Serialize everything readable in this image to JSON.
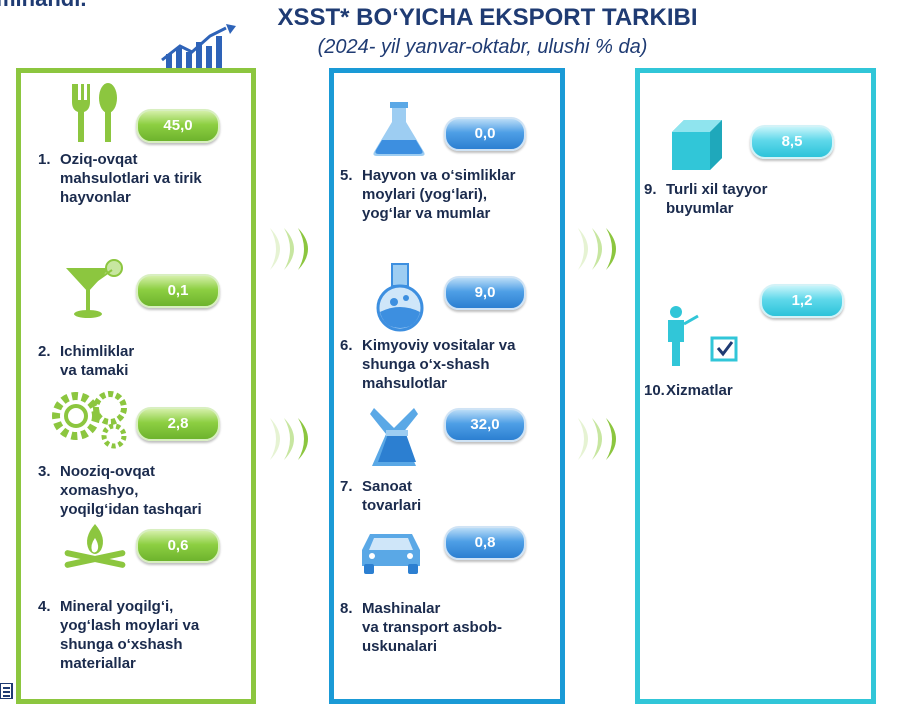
{
  "header": {
    "cut_text": "mlnandi.",
    "title": "XSST* BO‘YICHA EKSPORT TARKIBI",
    "subtitle": "(2024- yil yanvar-oktabr, ulushi % da)"
  },
  "colors": {
    "green": "#8cc63f",
    "blue": "#1a9ad6",
    "cyan": "#31c6d8",
    "text": "#1b2b4d"
  },
  "columns": [
    {
      "items": [
        {
          "num": "1.",
          "value": "45,0",
          "icon": "cutlery-icon",
          "lines": [
            "Oziq-ovqat",
            "mahsulotlari va tirik",
            "hayvonlar"
          ]
        },
        {
          "num": "2.",
          "value": "0,1",
          "icon": "cocktail-icon",
          "lines": [
            "Ichimliklar",
            "va tamaki"
          ]
        },
        {
          "num": "3.",
          "value": "2,8",
          "icon": "gears-icon",
          "lines": [
            "Nooziq-ovqat",
            "xomashyo,",
            "yoqilg‘idan tashqari"
          ]
        },
        {
          "num": "4.",
          "value": "0,6",
          "icon": "campfire-icon",
          "lines": [
            "Mineral yoqilg‘i,",
            "yog‘lash moylari va",
            "shunga o‘xshash",
            "materiallar"
          ]
        }
      ]
    },
    {
      "items": [
        {
          "num": "5.",
          "value": "0,0",
          "icon": "flask-icon",
          "lines": [
            "Hayvon va o‘simliklar",
            "moylari (yog‘lari),",
            "yog‘lar va mumlar"
          ]
        },
        {
          "num": "6.",
          "value": "9,0",
          "icon": "chemistry-flask-icon",
          "lines": [
            "Kimyoviy vositalar va",
            "shunga o‘x-shash",
            "mahsulotlar"
          ]
        },
        {
          "num": "7.",
          "value": "32,0",
          "icon": "fabric-icon",
          "lines": [
            "Sanoat",
            "tovarlari"
          ]
        },
        {
          "num": "8.",
          "value": "0,8",
          "icon": "car-icon",
          "lines": [
            "Mashinalar",
            "va transport asbob-",
            "uskunalari"
          ]
        }
      ]
    },
    {
      "items": [
        {
          "num": "9.",
          "value": "8,5",
          "icon": "cube-icon",
          "lines": [
            "Turli xil tayyor",
            "buyumlar"
          ]
        },
        {
          "num": "10.",
          "value": "1,2",
          "icon": "presenter-icon",
          "lines": [
            "Xizmatlar"
          ]
        }
      ]
    }
  ]
}
